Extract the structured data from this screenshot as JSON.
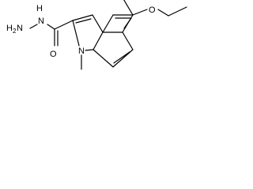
{
  "molecule": {
    "atoms": {
      "hydrazide_nh2": {
        "symbol": "H",
        "subscript": "2",
        "trailing": "N"
      },
      "hydrazide_nh": {
        "symbol": "N",
        "attached_h": "H"
      },
      "carbonyl_o": {
        "symbol": "O"
      },
      "ring_n": {
        "symbol": "N"
      },
      "ether_o": {
        "symbol": "O"
      }
    }
  }
}
